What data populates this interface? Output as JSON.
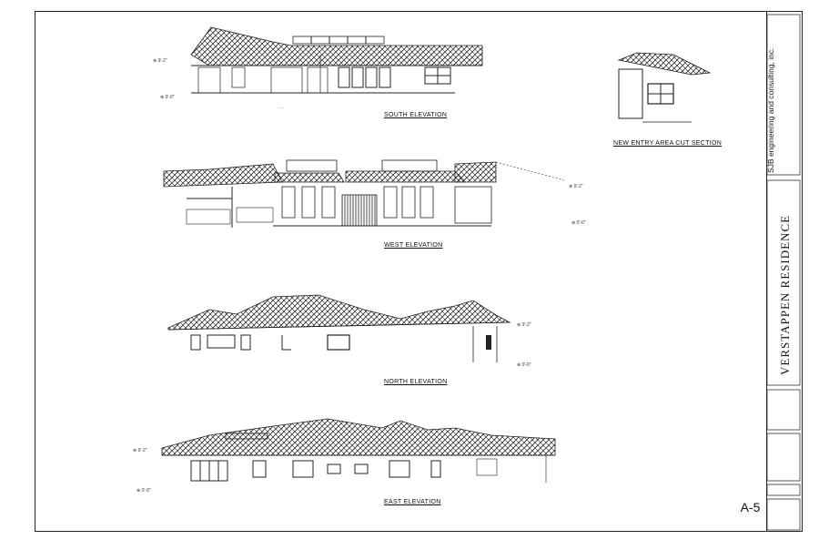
{
  "drawings": {
    "south": {
      "title": "SOUTH ELEVATION"
    },
    "west": {
      "title": "WEST ELEVATION"
    },
    "north": {
      "title": "NORTH ELEVATION"
    },
    "east": {
      "title": "EAST ELEVATION"
    },
    "entry": {
      "title": "NEW ENTRY AREA CUT SECTION"
    }
  },
  "title_block": {
    "firm": "SJB engineering and consulting, inc.",
    "project": "VERSTAPPEN RESIDENCE",
    "sheet_number": "A-5"
  },
  "colors": {
    "ink": "#111111",
    "hatch": "#222222",
    "border": "#222222"
  }
}
